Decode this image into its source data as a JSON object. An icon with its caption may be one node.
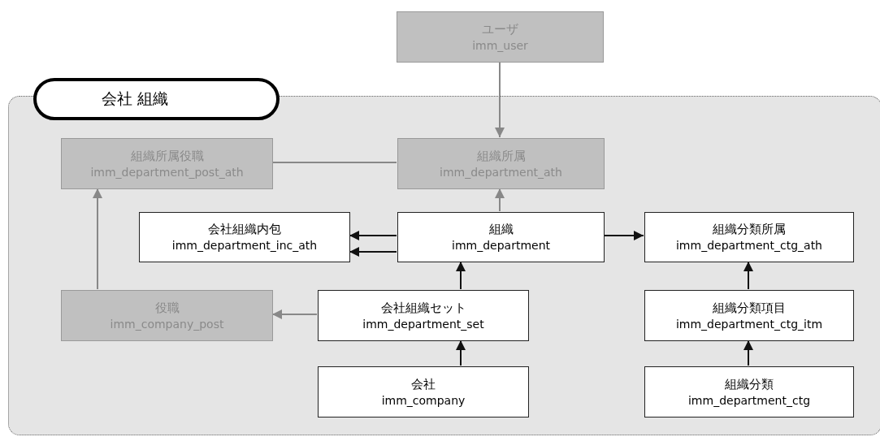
{
  "diagram": {
    "nodes": [
      {
        "text": [
          "会社 組織"
        ]
      },
      {
        "text": [
          "ユーザ",
          "imm_user"
        ]
      },
      {
        "text": [
          "組織所属役職",
          "imm_department_post_ath"
        ],
        "in": 0
      },
      {
        "text": [
          "組織所属",
          "imm_department_ath"
        ],
        "in": 0
      },
      {
        "text": [
          "会社組織内包",
          "imm_department_inc_ath"
        ],
        "in": 0
      },
      {
        "text": [
          "組織",
          "imm_department"
        ],
        "in": 0
      },
      {
        "text": [
          "組織分類所属",
          "imm_department_ctg_ath"
        ],
        "in": 0
      },
      {
        "text": [
          "役職",
          "imm_company_post"
        ],
        "in": 0
      },
      {
        "text": [
          "会社組織セット",
          "imm_department_set"
        ],
        "in": 0
      },
      {
        "text": [
          "組織分類項目",
          "imm_department_ctg_itm"
        ],
        "in": 0
      },
      {
        "text": [
          "会社",
          "imm_company"
        ],
        "in": 0
      },
      {
        "text": [
          "組織分類",
          "imm_department_ctg"
        ],
        "in": 0
      }
    ],
    "edges": [
      {
        "from": 1,
        "to": 3,
        "arrow": "to",
        "color": "#888888"
      },
      {
        "from": 2,
        "to": 3,
        "arrow": "none",
        "color": "#888888"
      },
      {
        "from": 5,
        "to": 3,
        "arrow": "to",
        "color": "#888888"
      },
      {
        "from": 5,
        "to": 4,
        "arrow": "to"
      },
      {
        "from": 5,
        "to": 4,
        "arrow": "to"
      },
      {
        "from": 5,
        "to": 6,
        "arrow": "to"
      },
      {
        "from": 8,
        "to": 5,
        "arrow": "to"
      },
      {
        "from": 7,
        "to": 2,
        "arrow": "to",
        "color": "#888888"
      },
      {
        "from": 8,
        "to": 7,
        "arrow": "to",
        "color": "#888888"
      },
      {
        "from": 10,
        "to": 8,
        "arrow": "to"
      },
      {
        "from": 9,
        "to": 6,
        "arrow": "to"
      },
      {
        "from": 11,
        "to": 9,
        "arrow": "to"
      }
    ]
  }
}
